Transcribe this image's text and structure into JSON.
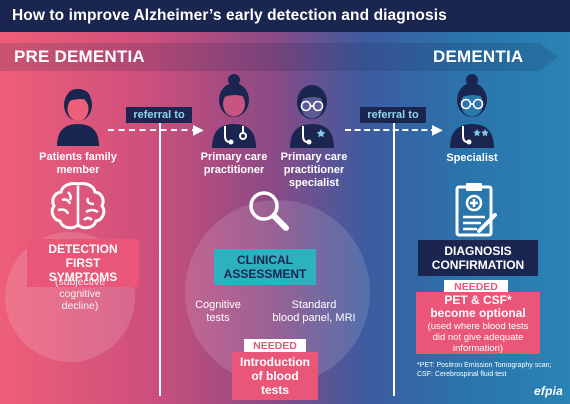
{
  "title": "How to improve Alzheimer’s early detection and diagnosis",
  "phases": {
    "left": "PRE DEMENTIA",
    "right": "DEMENTIA"
  },
  "referrals": [
    "referral to",
    "referral to"
  ],
  "people": [
    {
      "line1": "Patients family",
      "line2": "member",
      "bold": ""
    },
    {
      "line1": "Primary care",
      "line2": "practitioner",
      "bold": ""
    },
    {
      "line1": "Primary care",
      "line2": "practitioner",
      "bold": "specialist"
    },
    {
      "line1": "Specialist",
      "line2": "",
      "bold": ""
    }
  ],
  "detection": {
    "line1": "DETECTION FIRST",
    "line2": "SYMPTOMS",
    "note": [
      "(subjective",
      "cognitive",
      "decline)"
    ]
  },
  "clinical": {
    "line1": "CLINICAL",
    "line2": "ASSESSMENT",
    "tests_left": [
      "Cognitive",
      "tests"
    ],
    "tests_right": [
      "Standard",
      "blood panel, MRI"
    ],
    "needed_label": "NEEDED",
    "needed_text": [
      "Introduction",
      "of blood tests"
    ]
  },
  "diagnosis": {
    "line1": "DIAGNOSIS",
    "line2": "CONFIRMATION",
    "needed_label": "NEEDED",
    "needed_bold": [
      "PET & CSF*",
      "become optional"
    ],
    "needed_note": [
      "(used where blood tests",
      "did not give adequate",
      "information)"
    ]
  },
  "footnote": [
    "*PET: Positron Emission Tomography scan;",
    "CSF: Cerebrospinal fluid test"
  ],
  "logo": "efpia",
  "colors": {
    "navy": "#1a2550",
    "pink": "#ea5677",
    "teal": "#2eb1be",
    "referral": "#8fd6ee"
  }
}
